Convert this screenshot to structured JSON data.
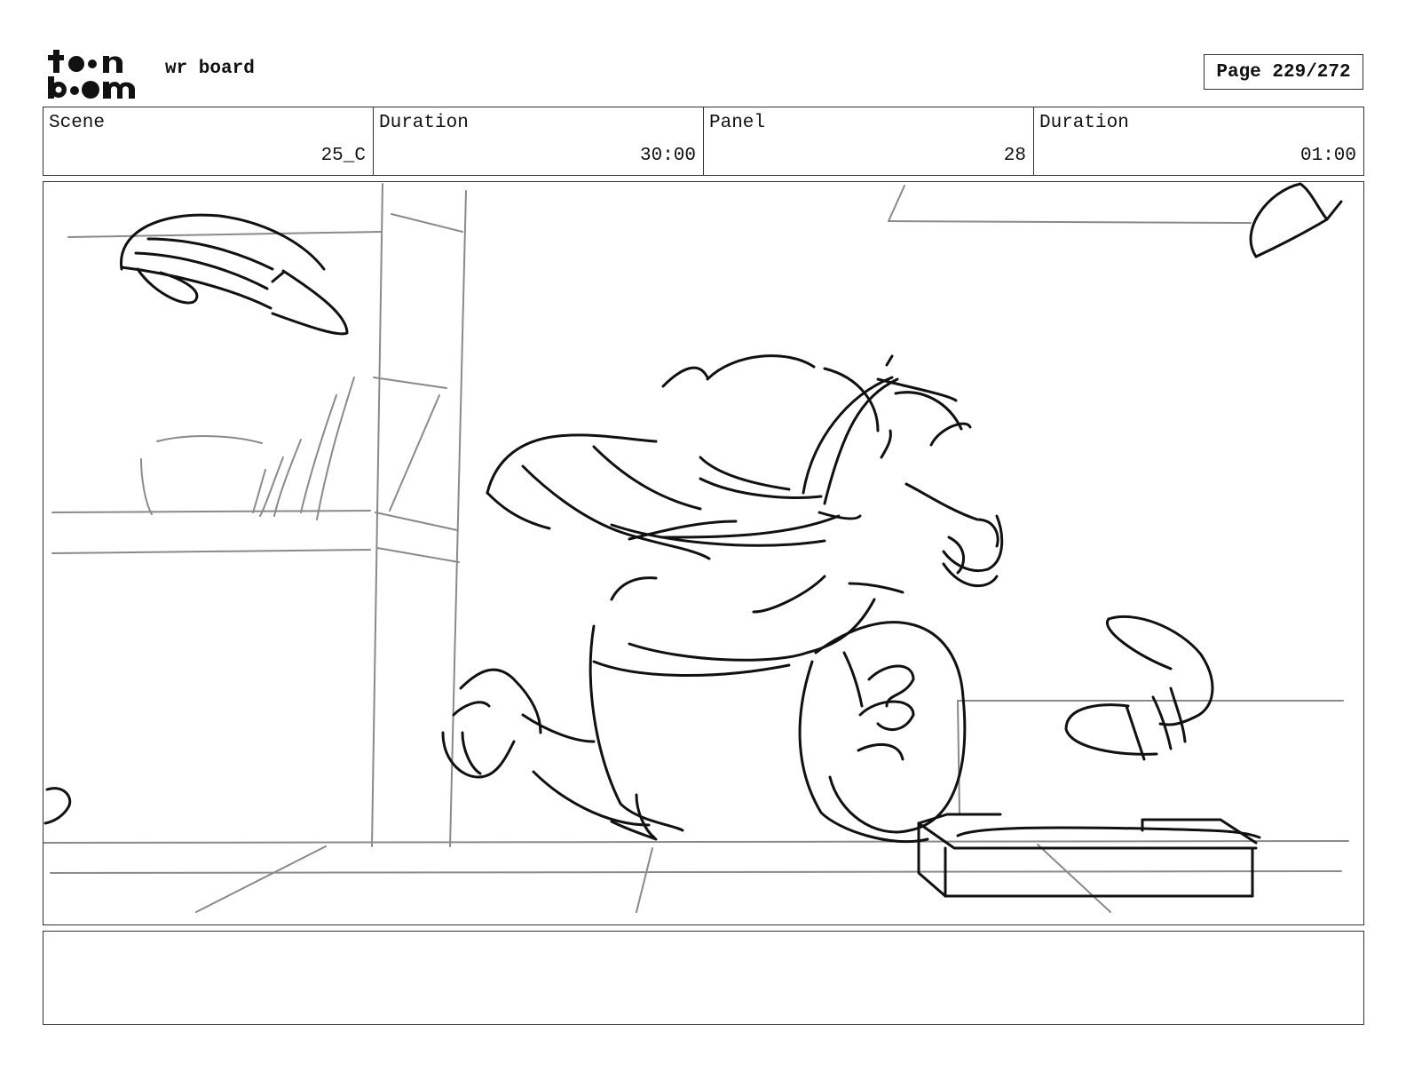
{
  "header": {
    "logo_text_top": "toon",
    "logo_text_bottom": "boom",
    "board_title": "wr board",
    "page_label": "Page 229/272"
  },
  "info": {
    "scene_label": "Scene",
    "scene_value": "25_C",
    "scene_duration_label": "Duration",
    "scene_duration_value": "30:00",
    "panel_label": "Panel",
    "panel_value": "28",
    "panel_duration_label": "Duration",
    "panel_duration_value": "01:00"
  },
  "notes": {
    "text": ""
  }
}
